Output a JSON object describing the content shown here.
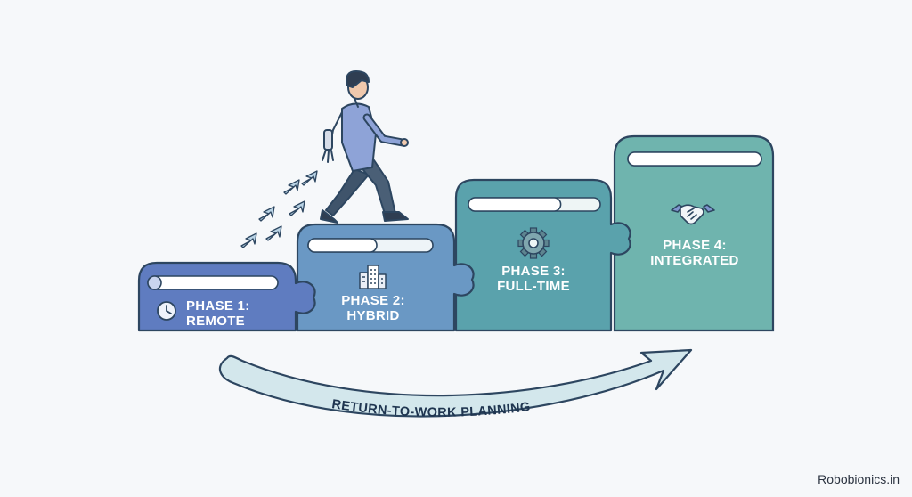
{
  "phases": [
    {
      "line1": "PHASE 1:",
      "line2": "REMOTE",
      "icon": "clock-icon",
      "color": "#5f7cc0",
      "progress": 0.1
    },
    {
      "line1": "PHASE 2:",
      "line2": "HYBRID",
      "icon": "buildings-icon",
      "color": "#6a98c4",
      "progress": 0.55
    },
    {
      "line1": "PHASE 3:",
      "line2": "FULL-TIME",
      "icon": "gear-icon",
      "color": "#5aa2ac",
      "progress": 0.7
    },
    {
      "line1": "PHASE 4:",
      "line2": "INTEGRATED",
      "icon": "handshake-icon",
      "color": "#6fb4ae",
      "progress": 1.0
    }
  ],
  "arc": {
    "label": "RETURN-TO-WORK PLANNING"
  },
  "credit": "Robobionics.in",
  "colors": {
    "background": "#f6f8fa",
    "outline": "#2d4660",
    "arc_fill": "#d3e7ec",
    "arrows": "#b9d3e5",
    "shirt": "#8ea3d7",
    "pants": "#4a5f76"
  }
}
